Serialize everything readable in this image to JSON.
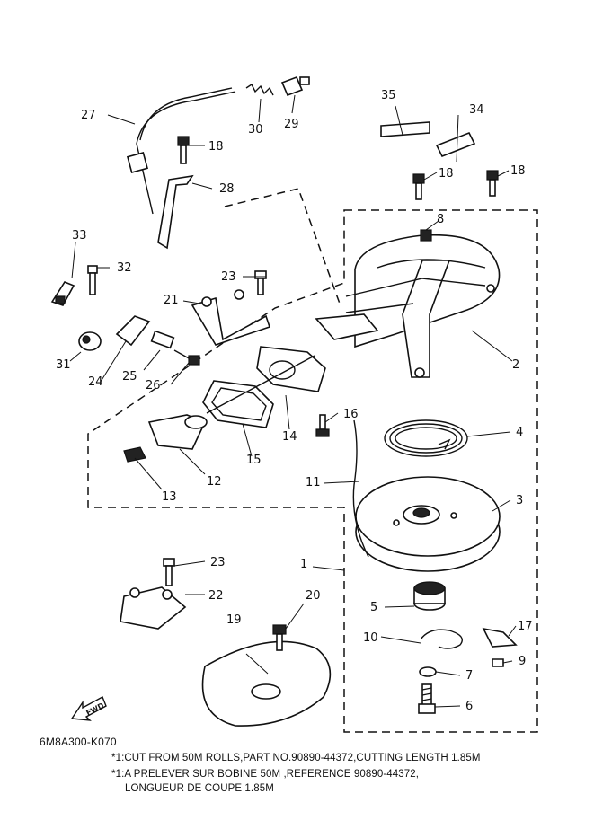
{
  "callouts": {
    "c1": "1",
    "c2": "2",
    "c3": "3",
    "c4": "4",
    "c5": "5",
    "c6": "6",
    "c7": "7",
    "c8": "8",
    "c9": "9",
    "c10": "10",
    "c11": "11",
    "c12": "12",
    "c13": "13",
    "c14": "14",
    "c15": "15",
    "c16": "16",
    "c17": "17",
    "c18a": "18",
    "c18b": "18",
    "c18c": "18",
    "c19": "19",
    "c20": "20",
    "c21": "21",
    "c22": "22",
    "c23a": "23",
    "c23b": "23",
    "c24": "24",
    "c25": "25",
    "c26": "26",
    "c27": "27",
    "c28": "28",
    "c29": "29",
    "c30": "30",
    "c31": "31",
    "c32": "32",
    "c33": "33",
    "c34": "34",
    "c35": "35"
  },
  "fwd_label": "FWD",
  "diagram_code": "6M8A300-K070",
  "notes": {
    "en": "*1:CUT FROM 50M ROLLS,PART NO.90890-44372,CUTTING LENGTH 1.85M",
    "fr_line1": "*1:A PRELEVER SUR BOBINE 50M ,REFERENCE 90890-44372,",
    "fr_line2": "LONGUEUR DE COUPE 1.85M"
  }
}
